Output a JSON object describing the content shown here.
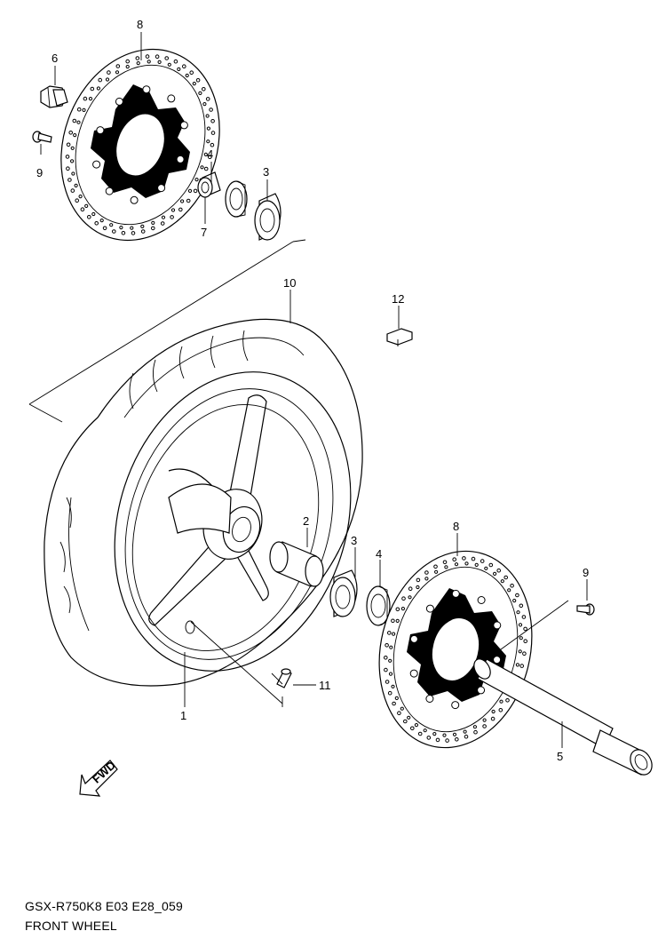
{
  "diagram": {
    "model_code": "GSX-R750K8 E03 E28_059",
    "section_title": "FRONT WHEEL",
    "direction_label": "FWD",
    "callouts": {
      "c1": "1",
      "c2": "2",
      "c3a": "3",
      "c3b": "3",
      "c4a": "4",
      "c4b": "4",
      "c5": "5",
      "c6": "6",
      "c7": "7",
      "c8a": "8",
      "c8b": "8",
      "c9a": "9",
      "c9b": "9",
      "c10": "10",
      "c11": "11",
      "c12": "12"
    }
  }
}
